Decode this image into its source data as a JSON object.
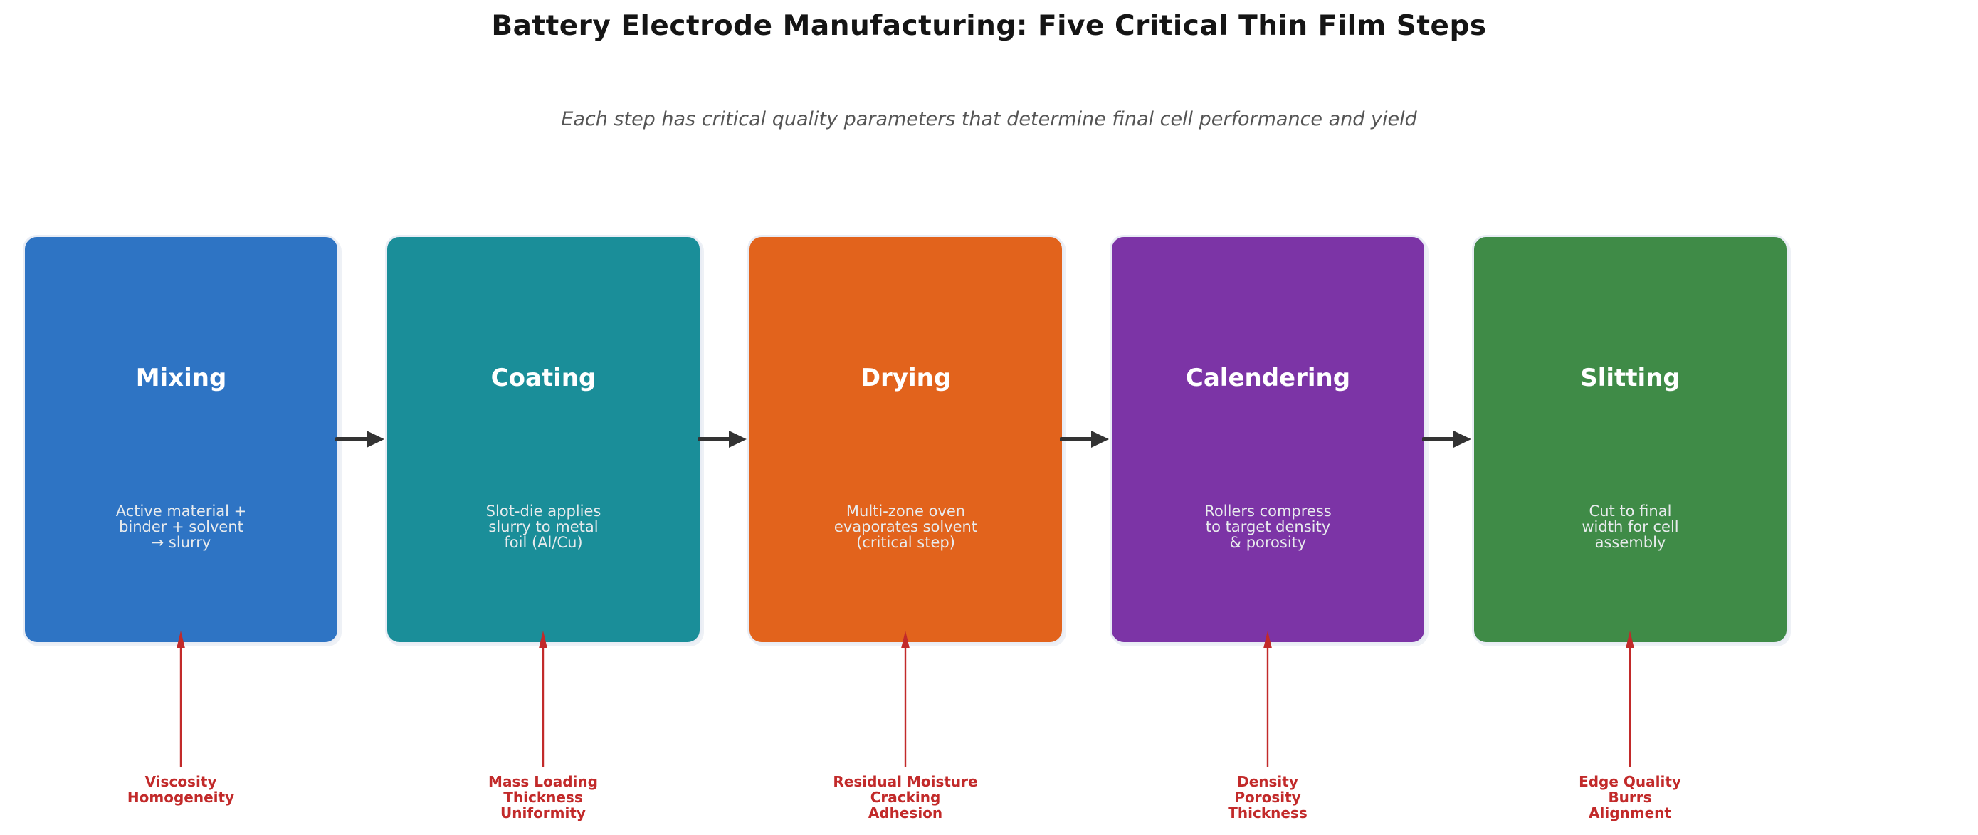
{
  "title": "Battery Electrode Manufacturing: Five Critical Thin Film Steps",
  "subtitle": "Each step has critical quality parameters that determine final cell performance and yield",
  "colors": {
    "background": "#ffffff",
    "title_text": "#151515",
    "subtitle_text": "#555555",
    "step_text": "#e8ebed",
    "connector_arrow": "#333333",
    "annotation_red": "#c22a2a"
  },
  "steps": [
    {
      "name": "Mixing",
      "color": "#2e74c4",
      "description": "Active material +\nbinder + solvent\n→ slurry",
      "quality_parameters": "Viscosity\nHomogeneity"
    },
    {
      "name": "Coating",
      "color": "#1a8e99",
      "description": "Slot-die applies\nslurry to metal\nfoil (Al/Cu)",
      "quality_parameters": "Mass Loading\nThickness\nUniformity"
    },
    {
      "name": "Drying",
      "color": "#e2631c",
      "description": "Multi-zone oven\nevaporates solvent\n(critical step)",
      "quality_parameters": "Residual Moisture\nCracking\nAdhesion"
    },
    {
      "name": "Calendering",
      "color": "#7c34a6",
      "description": "Rollers compress\nto target density\n& porosity",
      "quality_parameters": "Density\nPorosity\nThickness"
    },
    {
      "name": "Slitting",
      "color": "#3f8b47",
      "description": "Cut to final\nwidth for cell\nassembly",
      "quality_parameters": "Edge Quality\nBurrs\nAlignment"
    }
  ]
}
